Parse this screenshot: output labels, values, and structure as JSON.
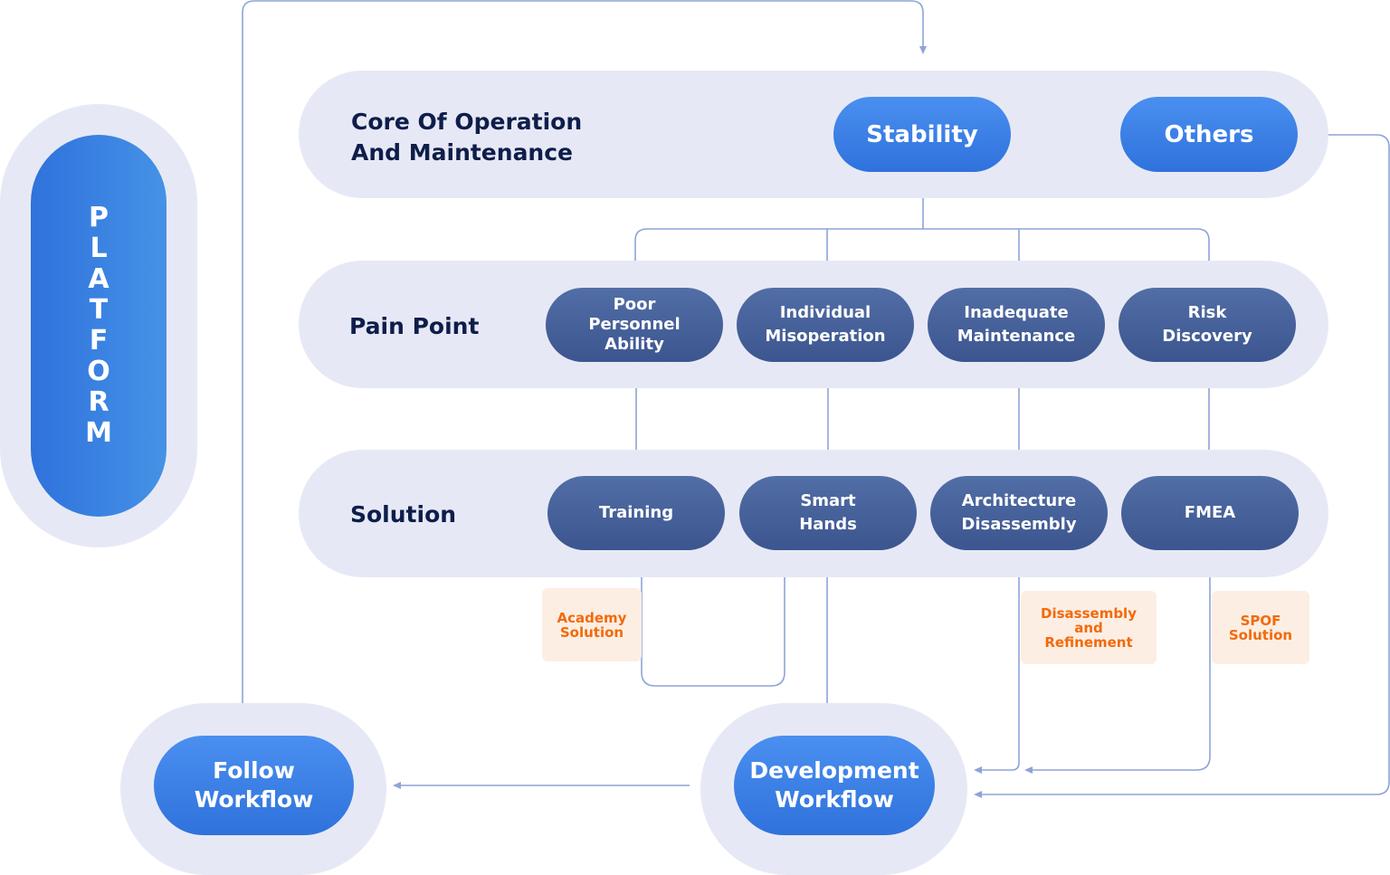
{
  "platform": {
    "label": "PLATFORM"
  },
  "rows": {
    "core": {
      "label_line1": "Core Of Operation",
      "label_line2": "And Maintenance"
    },
    "pain": {
      "label": "Pain Point"
    },
    "solution": {
      "label": "Solution"
    }
  },
  "core_items": [
    {
      "label": "Stability"
    },
    {
      "label": "Others"
    }
  ],
  "pain_points": [
    {
      "lines": [
        "Poor",
        "Personnel",
        "Ability"
      ]
    },
    {
      "lines": [
        "Individual",
        "Misoperation"
      ]
    },
    {
      "lines": [
        "Inadequate",
        "Maintenance"
      ]
    },
    {
      "lines": [
        "Risk",
        "Discovery"
      ]
    }
  ],
  "solutions": [
    {
      "lines": [
        "Training"
      ]
    },
    {
      "lines": [
        "Smart",
        "Hands"
      ]
    },
    {
      "lines": [
        "Architecture",
        "Disassembly"
      ]
    },
    {
      "lines": [
        "FMEA"
      ]
    }
  ],
  "notes": [
    {
      "lines": [
        "Academy",
        "Solution"
      ]
    },
    {
      "lines": [
        "Disassembly",
        "and",
        "Refinement"
      ]
    },
    {
      "lines": [
        "SPOF",
        "Solution"
      ]
    }
  ],
  "workflows": {
    "follow": {
      "line1": "Follow",
      "line2": "Workflow"
    },
    "development": {
      "line1": "Development",
      "line2": "Workflow"
    }
  },
  "colors": {
    "band": "#e6e9f5",
    "blue_pill": "#3a7fe6",
    "navy_pill": "#455f99",
    "connector": "#8ea3d8",
    "note_bg": "#fdeee3",
    "note_text": "#f26a0a",
    "label_text": "#0f1d4a"
  }
}
